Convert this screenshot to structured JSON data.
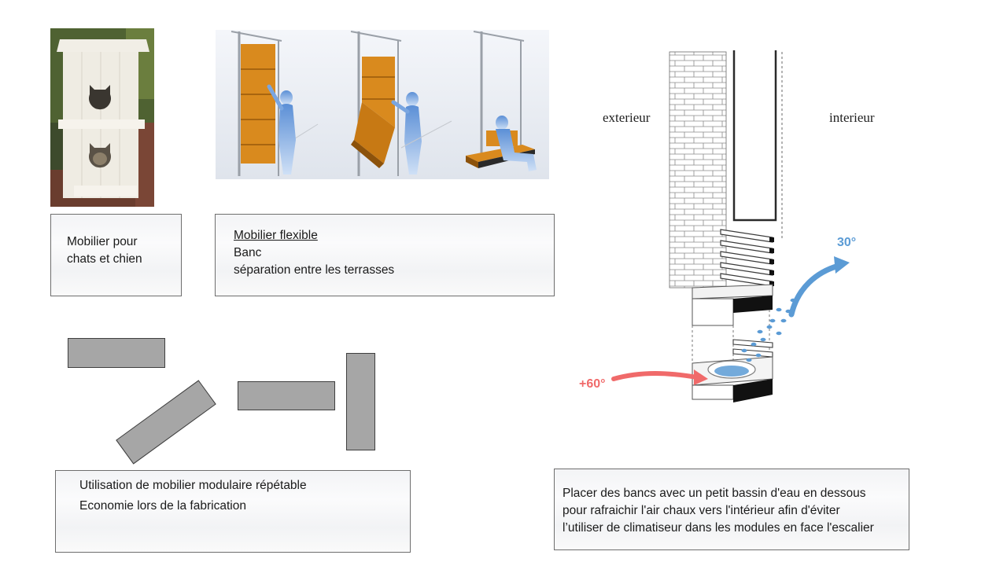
{
  "captions": {
    "pets": {
      "lines": [
        "Mobilier pour",
        "chats et chien"
      ]
    },
    "flexible": {
      "title": "Mobilier flexible",
      "lines": [
        "Banc",
        "séparation entre les terrasses"
      ]
    },
    "modular": {
      "lines": [
        "Utilisation de mobilier modulaire répétable",
        "Economie lors de la fabrication"
      ]
    },
    "benches": {
      "lines": [
        "Placer des bancs avec un petit bassin d'eau en dessous",
        "pour rafraichir l'air chaux vers l'intérieur afin d'éviter",
        "l’utiliser de climatiseur dans les modules en face l'escalier"
      ]
    }
  },
  "diagram": {
    "exterior_label": "exterieur",
    "interior_label": "interieur",
    "cool_temp": "30°",
    "hot_temp": "+60°"
  },
  "colors": {
    "orange_panel": "#d98a1e",
    "water_blue": "#5b9bd5",
    "hot_red": "#f06a6a",
    "module_gray": "#a6a6a6"
  }
}
